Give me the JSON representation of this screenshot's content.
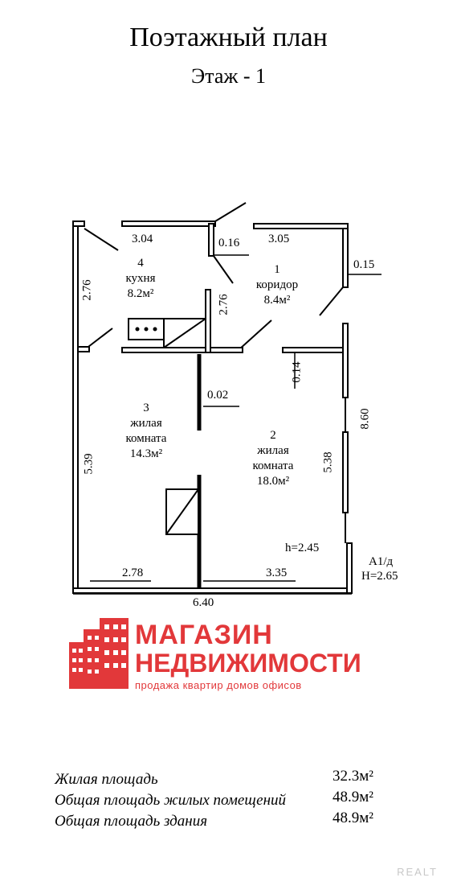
{
  "title": "Поэтажный план",
  "floor_label": "Этаж - 1",
  "rooms": [
    {
      "num": "4",
      "name": "кухня",
      "area": "8.2м²"
    },
    {
      "num": "1",
      "name": "коридор",
      "area": "8.4м²"
    },
    {
      "num": "3",
      "name1": "жилая",
      "name2": "комната",
      "area": "14.3м²"
    },
    {
      "num": "2",
      "name1": "жилая",
      "name2": "комната",
      "area": "18.0м²"
    }
  ],
  "dimensions": {
    "top_left": "3.04",
    "top_mid": "0.16",
    "top_right": "3.05",
    "right_small": "0.15",
    "kitchen_left": "2.76",
    "kitchen_right": "2.76",
    "door_gap": "0.14",
    "partition": "0.02",
    "left_wall": "5.39",
    "room2_right": "5.38",
    "total_right": "8.60",
    "bottom_left": "2.78",
    "bottom_right": "3.35",
    "total_bottom": "6.40",
    "ceiling_h": "h=2.45"
  },
  "building": {
    "label": "А1/д",
    "height": "Н=2.65"
  },
  "logo": {
    "line1": "МАГАЗИН",
    "line2": "НЕДВИЖИМОСТИ",
    "tagline": "продажа квартир домов офисов",
    "color": "#e2383a"
  },
  "summary": [
    {
      "label": "Жилая площадь",
      "value": "32.3м²"
    },
    {
      "label": "Общая площадь жилых помещений",
      "value": "48.9м²"
    },
    {
      "label": "Общая площадь здания",
      "value": "48.9м²"
    }
  ],
  "watermark": "REALT"
}
